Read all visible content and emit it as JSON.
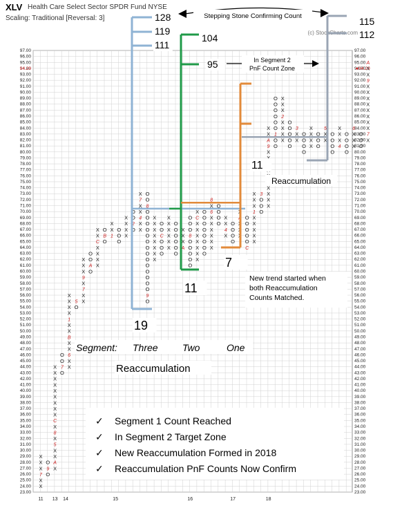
{
  "header": {
    "ticker": "XLV",
    "description": "Health Care Select Sector SPDR Fund  NYSE",
    "scaling": "Scaling: Traditional [Reversal: 3]",
    "credit": "(c) StockCharts.com"
  },
  "chart_data": {
    "type": "point-and-figure",
    "y_range": [
      23,
      97
    ],
    "box_size": 1,
    "y_tick_labels": [
      "23.00",
      "24.00",
      "25.00",
      "26.00",
      "27.00",
      "28.00",
      "29.00",
      "30.00",
      "31.00",
      "32.00",
      "33.00",
      "34.00",
      "35.00",
      "36.00",
      "37.00",
      "38.00",
      "39.00",
      "40.00",
      "41.00",
      "42.00",
      "43.00",
      "44.00",
      "45.00",
      "46.00",
      "47.00",
      "48.00",
      "49.00",
      "50.00",
      "51.00",
      "52.00",
      "53.00",
      "54.00",
      "55.00",
      "56.00",
      "57.00",
      "58.00",
      "59.00",
      "60.00",
      "61.00",
      "62.00",
      "63.00",
      "64.00",
      "65.00",
      "66.00",
      "67.00",
      "68.00",
      "69.00",
      "70.00",
      "71.00",
      "72.00",
      "73.00",
      "74.00",
      "75.00",
      "76.00",
      "77.00",
      "78.00",
      "79.00",
      "80.00",
      "81.00",
      "82.00",
      "83.00",
      "84.00",
      "85.00",
      "86.00",
      "87.00",
      "88.00",
      "89.00",
      "90.00",
      "91.00",
      "92.00",
      "93.00",
      "94.00",
      "95.00",
      "96.00",
      "97.00"
    ],
    "last_price_label": "94.29",
    "x_tick_labels": [
      {
        "label": "11",
        "col": 0
      },
      {
        "label": "13",
        "col": 2
      },
      {
        "label": "14",
        "col": 3.5
      },
      {
        "label": "15",
        "col": 10.5
      },
      {
        "label": "16",
        "col": 21
      },
      {
        "label": "17",
        "col": 27
      },
      {
        "label": "18",
        "col": 32
      }
    ],
    "columns": [
      {
        "col": 0,
        "type": "X",
        "low": 24,
        "high": 29
      },
      {
        "col": 1,
        "type": "O",
        "low": 26,
        "high": 28
      },
      {
        "col": 2,
        "type": "X",
        "low": 27,
        "high": 44
      },
      {
        "col": 3,
        "type": "O",
        "low": 43,
        "high": 46
      },
      {
        "col": 4,
        "type": "X",
        "low": 44,
        "high": 56
      },
      {
        "col": 5,
        "type": "O",
        "low": 54,
        "high": 55
      },
      {
        "col": 6,
        "type": "X",
        "low": 55,
        "high": 62
      },
      {
        "col": 7,
        "type": "O",
        "low": 60,
        "high": 63
      },
      {
        "col": 8,
        "type": "X",
        "low": 61,
        "high": 67
      },
      {
        "col": 9,
        "type": "O",
        "low": 65,
        "high": 67
      },
      {
        "col": 10,
        "type": "X",
        "low": 66,
        "high": 68
      },
      {
        "col": 11,
        "type": "O",
        "low": 65,
        "high": 67
      },
      {
        "col": 12,
        "type": "X",
        "low": 66,
        "high": 69
      },
      {
        "col": 13,
        "type": "O",
        "low": 67,
        "high": 70
      },
      {
        "col": 14,
        "type": "X",
        "low": 67,
        "high": 73
      },
      {
        "col": 15,
        "type": "O",
        "low": 55,
        "high": 73
      },
      {
        "col": 16,
        "type": "X",
        "low": 62,
        "high": 69
      },
      {
        "col": 17,
        "type": "O",
        "low": 63,
        "high": 68
      },
      {
        "col": 18,
        "type": "X",
        "low": 64,
        "high": 69
      },
      {
        "col": 19,
        "type": "O",
        "low": 63,
        "high": 68
      },
      {
        "col": 20,
        "type": "X",
        "low": 64,
        "high": 67
      },
      {
        "col": 21,
        "type": "O",
        "low": 61,
        "high": 69
      },
      {
        "col": 22,
        "type": "X",
        "low": 62,
        "high": 70
      },
      {
        "col": 23,
        "type": "O",
        "low": 63,
        "high": 70
      },
      {
        "col": 24,
        "type": "X",
        "low": 64,
        "high": 72
      },
      {
        "col": 25,
        "type": "O",
        "low": 68,
        "high": 71
      },
      {
        "col": 26,
        "type": "X",
        "low": 66,
        "high": 69
      },
      {
        "col": 27,
        "type": "O",
        "low": 65,
        "high": 68
      },
      {
        "col": 28,
        "type": "X",
        "low": 66,
        "high": 70
      },
      {
        "col": 29,
        "type": "O",
        "low": 64,
        "high": 69
      },
      {
        "col": 30,
        "type": "X",
        "low": 65,
        "high": 73
      },
      {
        "col": 31,
        "type": "O",
        "low": 70,
        "high": 73
      },
      {
        "col": 32,
        "type": "X",
        "low": 71,
        "high": 84
      },
      {
        "col": 33,
        "type": "O",
        "low": 81,
        "high": 89
      },
      {
        "col": 34,
        "type": "X",
        "low": 82,
        "high": 89
      },
      {
        "col": 35,
        "type": "O",
        "low": 81,
        "high": 85
      },
      {
        "col": 36,
        "type": "X",
        "low": 82,
        "high": 84
      },
      {
        "col": 37,
        "type": "O",
        "low": 80,
        "high": 83
      },
      {
        "col": 38,
        "type": "X",
        "low": 81,
        "high": 84
      },
      {
        "col": 39,
        "type": "O",
        "low": 81,
        "high": 83
      },
      {
        "col": 40,
        "type": "X",
        "low": 82,
        "high": 84
      },
      {
        "col": 41,
        "type": "O",
        "low": 80,
        "high": 83
      },
      {
        "col": 42,
        "type": "X",
        "low": 81,
        "high": 84
      },
      {
        "col": 43,
        "type": "O",
        "low": 80,
        "high": 83
      },
      {
        "col": 44,
        "type": "X",
        "low": 81,
        "high": 84
      },
      {
        "col": 45,
        "type": "O",
        "low": 81,
        "high": 83
      },
      {
        "col": 46,
        "type": "X",
        "low": 82,
        "high": 95
      }
    ],
    "month_markers": [
      {
        "col": 0,
        "price": 26,
        "label": "7"
      },
      {
        "col": 1,
        "price": 27,
        "label": "9"
      },
      {
        "col": 2,
        "price": 28,
        "label": "A"
      },
      {
        "col": 2,
        "price": 31,
        "label": "5"
      },
      {
        "col": 2,
        "price": 33,
        "label": "8"
      },
      {
        "col": 2,
        "price": 35,
        "label": "C"
      },
      {
        "col": 3,
        "price": 44,
        "label": "7"
      },
      {
        "col": 4,
        "price": 46,
        "label": "6"
      },
      {
        "col": 4,
        "price": 49,
        "label": "B"
      },
      {
        "col": 4,
        "price": 52,
        "label": "1"
      },
      {
        "col": 5,
        "price": 55,
        "label": "5"
      },
      {
        "col": 6,
        "price": 57,
        "label": "7"
      },
      {
        "col": 6,
        "price": 59,
        "label": "9"
      },
      {
        "col": 7,
        "price": 61,
        "label": "A"
      },
      {
        "col": 8,
        "price": 65,
        "label": "C"
      },
      {
        "col": 9,
        "price": 66,
        "label": "B"
      },
      {
        "col": 10,
        "price": 66,
        "label": "1"
      },
      {
        "col": 13,
        "price": 68,
        "label": "2"
      },
      {
        "col": 14,
        "price": 69,
        "label": "4"
      },
      {
        "col": 14,
        "price": 72,
        "label": "7"
      },
      {
        "col": 15,
        "price": 71,
        "label": "8"
      },
      {
        "col": 15,
        "price": 56,
        "label": "9"
      },
      {
        "col": 17,
        "price": 66,
        "label": "C"
      },
      {
        "col": 18,
        "price": 62,
        "label": "3"
      },
      {
        "col": 20,
        "price": 64,
        "label": "A"
      },
      {
        "col": 21,
        "price": 66,
        "label": "8"
      },
      {
        "col": 22,
        "price": 69,
        "label": "C"
      },
      {
        "col": 24,
        "price": 70,
        "label": "6"
      },
      {
        "col": 24,
        "price": 72,
        "label": "8"
      },
      {
        "col": 26,
        "price": 67,
        "label": "4"
      },
      {
        "col": 28,
        "price": 69,
        "label": "A"
      },
      {
        "col": 29,
        "price": 64,
        "label": "C"
      },
      {
        "col": 30,
        "price": 70,
        "label": "1"
      },
      {
        "col": 31,
        "price": 73,
        "label": "3"
      },
      {
        "col": 32,
        "price": 81,
        "label": "9"
      },
      {
        "col": 32,
        "price": 82,
        "label": "A"
      },
      {
        "col": 33,
        "price": 83,
        "label": "1"
      },
      {
        "col": 34,
        "price": 86,
        "label": "2"
      },
      {
        "col": 36,
        "price": 84,
        "label": "3"
      },
      {
        "col": 40,
        "price": 84,
        "label": "5"
      },
      {
        "col": 42,
        "price": 81,
        "label": "4"
      },
      {
        "col": 44,
        "price": 84,
        "label": "6"
      },
      {
        "col": 46,
        "price": 83,
        "label": "7"
      },
      {
        "col": 46,
        "price": 92,
        "label": "9"
      },
      {
        "col": 46,
        "price": 95,
        "label": "A"
      }
    ],
    "annotation_colors": {
      "segment_three": "#8fb3d4",
      "segment_two": "#1f9a48",
      "segment_one": "#e28a3a",
      "new_count": "#9aa5b4",
      "x_color": "#222222",
      "o_color": "#222222",
      "marker_color": "#cc2222"
    },
    "count_labels": [
      {
        "id": "c128",
        "text": "128"
      },
      {
        "id": "c119",
        "text": "119"
      },
      {
        "id": "c111",
        "text": "111"
      },
      {
        "id": "c104",
        "text": "104"
      },
      {
        "id": "c95",
        "text": "95"
      },
      {
        "id": "c115",
        "text": "115"
      },
      {
        "id": "c112",
        "text": "112"
      },
      {
        "id": "c19",
        "text": "19"
      },
      {
        "id": "c11a",
        "text": "11"
      },
      {
        "id": "c7",
        "text": "7"
      },
      {
        "id": "c11b",
        "text": "11"
      }
    ],
    "annotations": {
      "stepping_stone": "Stepping Stone Confirming Count",
      "segment2_line1": "In Segment 2",
      "segment2_line2": "PnF Count Zone",
      "reaccumulation_upper": "Reaccumulation",
      "new_trend_line1": "New trend started when",
      "new_trend_line2": "both Reaccumulation",
      "new_trend_line3": "Counts  Matched.",
      "segment_label": "Segment:",
      "segment_three": "Three",
      "segment_two": "Two",
      "segment_one": "One",
      "reaccumulation_lower": "Reaccumulation"
    },
    "checklist": [
      "Segment 1 Count Reached",
      "In Segment 2 Target Zone",
      "New Reaccumulation Formed in 2018",
      "Reaccumulation PnF Counts Now Confirm"
    ]
  }
}
